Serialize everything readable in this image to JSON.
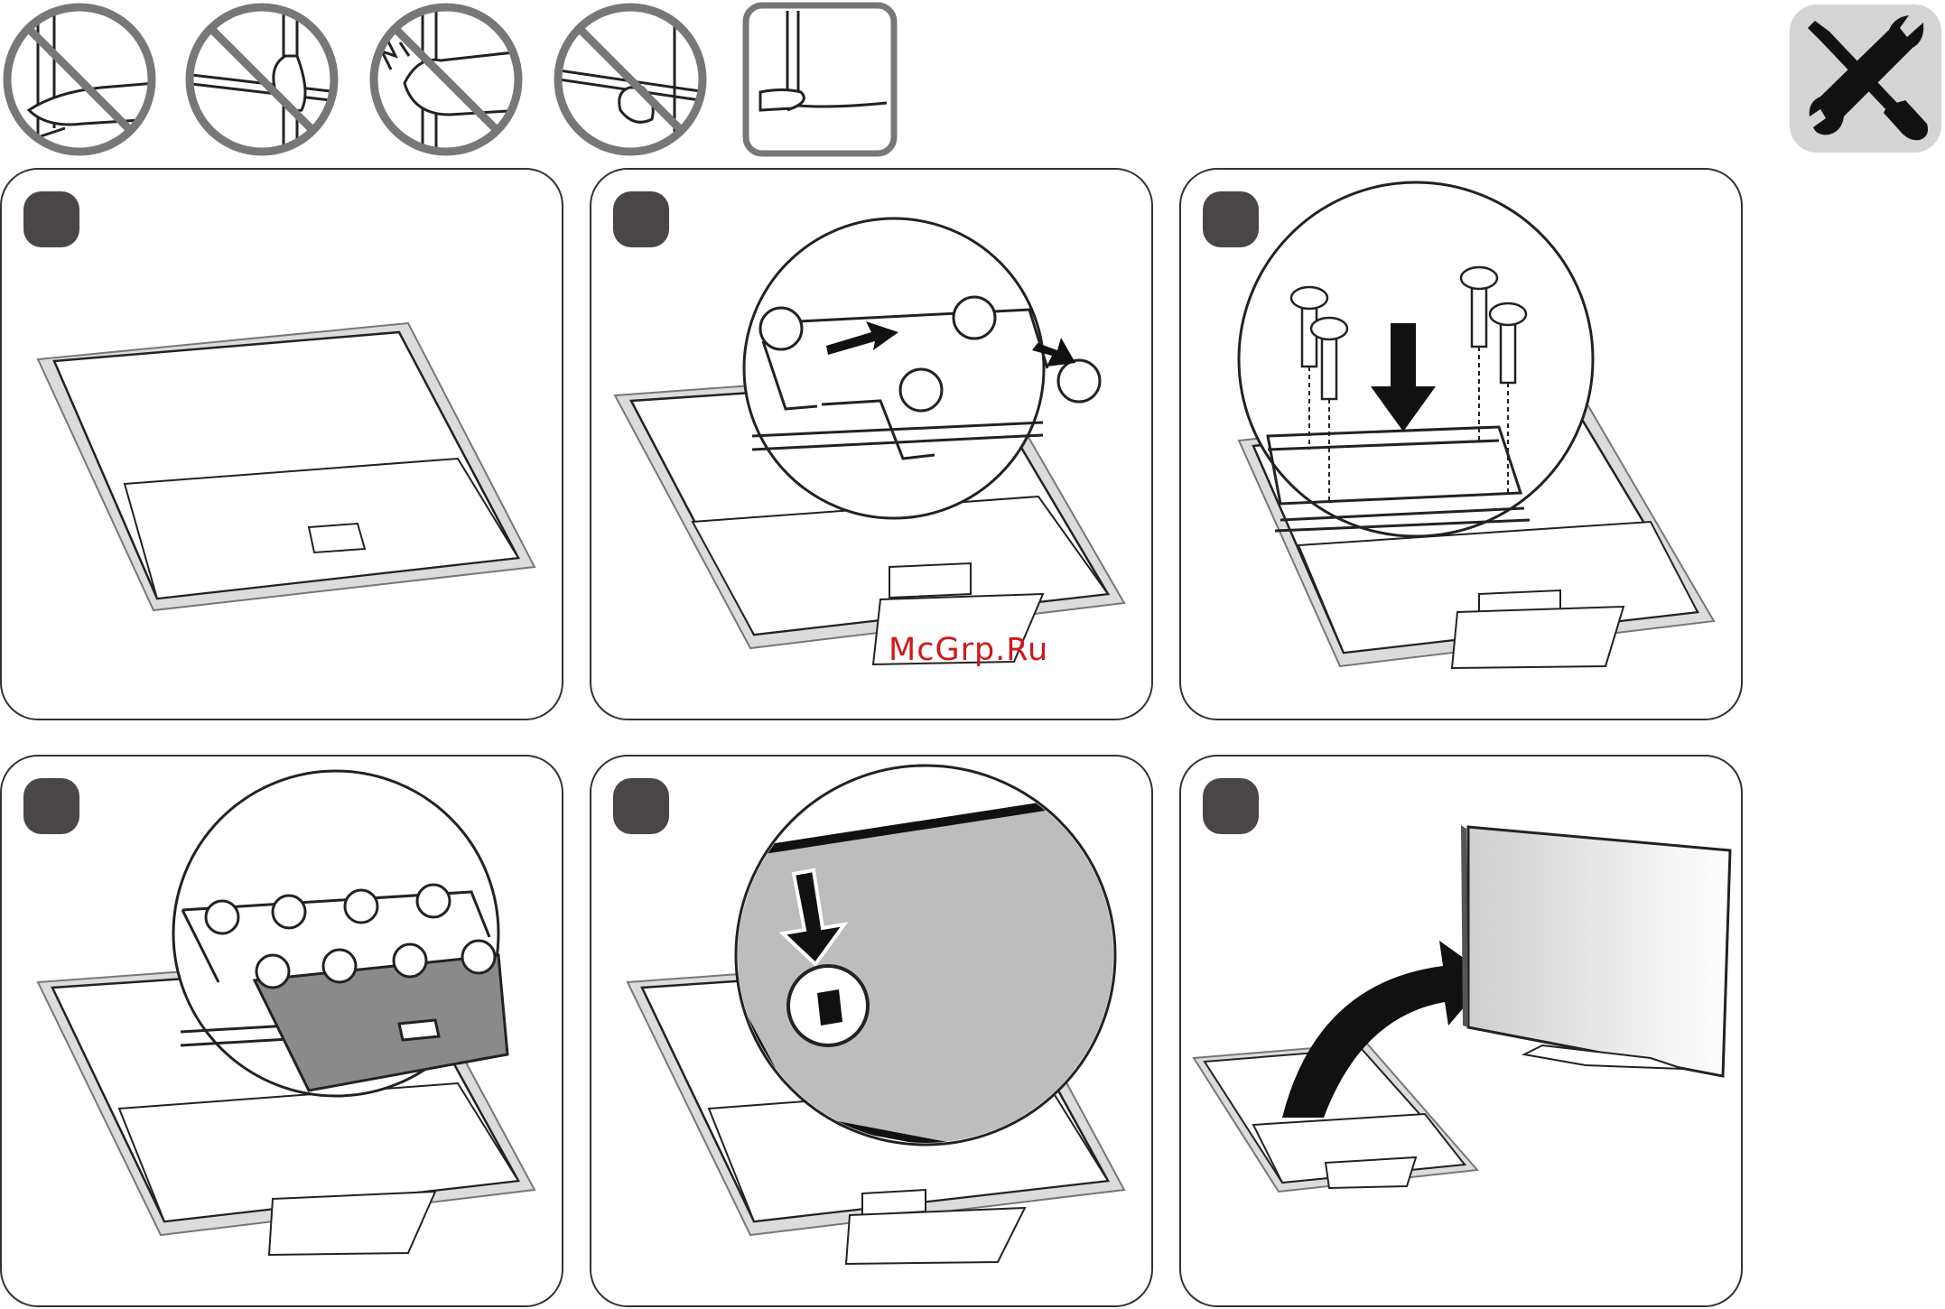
{
  "watermark": {
    "text": "McGrp.Ru"
  },
  "colors": {
    "badge": "#4a4546",
    "tool_tile": "#d4d4d4",
    "tv_frame": "#dedede",
    "panel_border": "#333333",
    "watermark": "#d01818"
  },
  "icons": {
    "handling_warnings": [
      "no-lift-by-bottom-icon",
      "no-grip-edge-icon",
      "no-squeeze-panel-icon",
      "no-lift-by-stand-icon",
      "support-from-below-icon"
    ],
    "tools": "screwdriver-and-wrench-icon"
  },
  "steps": [
    {
      "panel": "lay-tv-face-down",
      "icon": "tv-back-icon"
    },
    {
      "panel": "hook-stand-bracket",
      "icon": "bracket-hooks-icon"
    },
    {
      "panel": "insert-screws",
      "icon": "screws-icon"
    },
    {
      "panel": "attach-cover",
      "icon": "cover-clips-icon"
    },
    {
      "panel": "click-cover-in-place",
      "icon": "snap-arrow-icon"
    },
    {
      "panel": "stand-tv-upright",
      "icon": "tv-upright-icon"
    }
  ]
}
